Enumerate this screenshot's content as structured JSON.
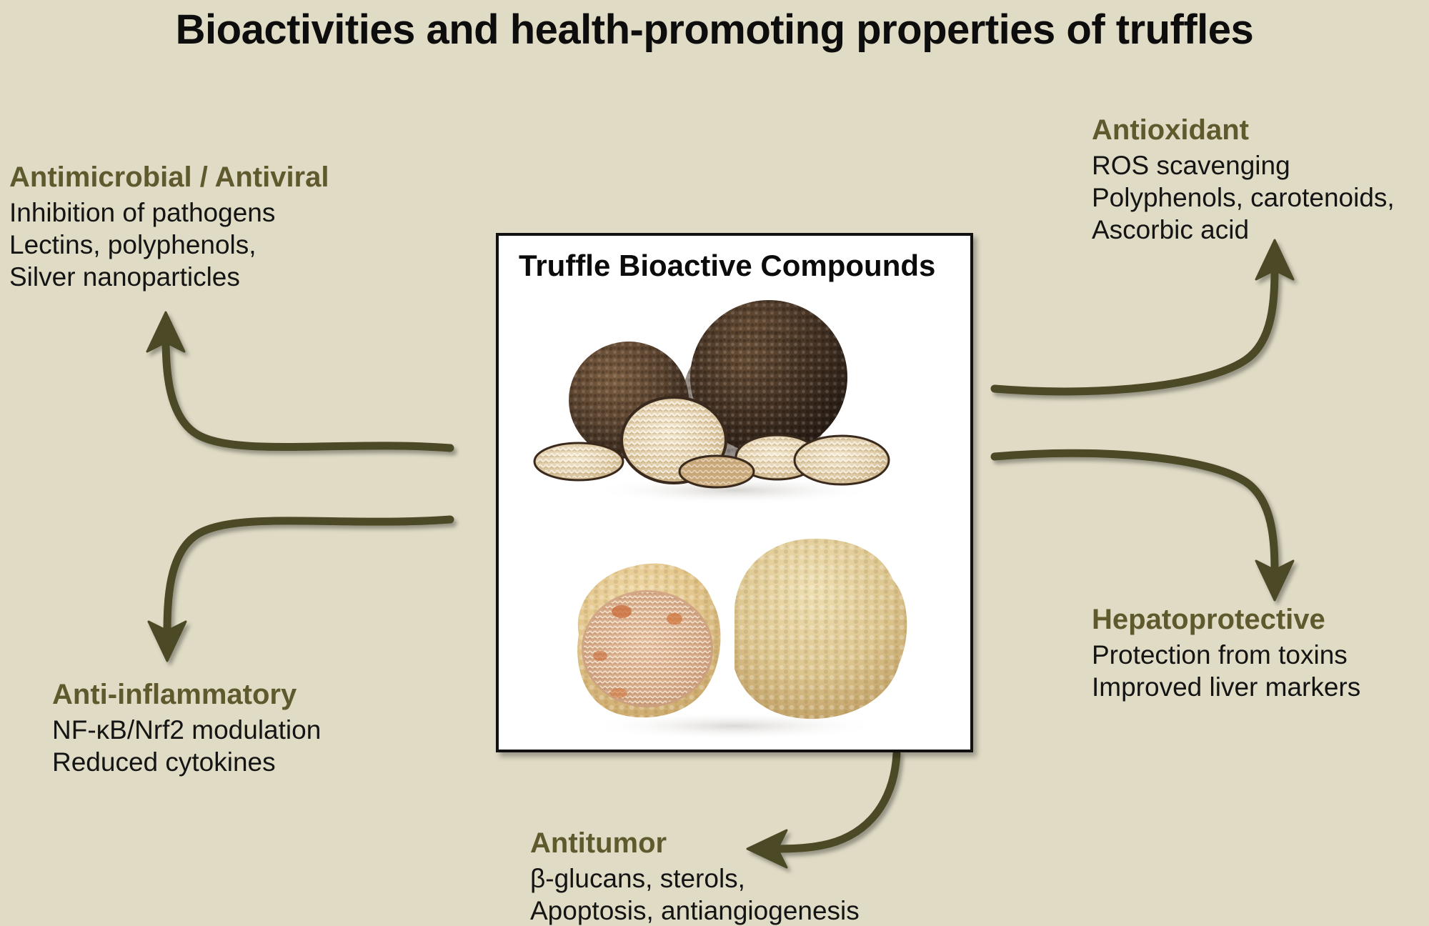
{
  "title": "Bioactivities and health-promoting properties of truffles",
  "colors": {
    "background": "#e0dbc5",
    "heading_olive": "#5f5a2e",
    "body_text": "#141414",
    "arrow": "#4c4828",
    "panel_border": "#111111",
    "panel_background": "#ffffff"
  },
  "center_panel": {
    "title": "Truffle Bioactive Compounds",
    "photos": [
      {
        "name": "black-truffles-photo",
        "alt": "Whole black truffles with sliced marbled cross-sections"
      },
      {
        "name": "white-truffles-photo",
        "alt": "Whole and cut white truffles showing marbled interior"
      }
    ]
  },
  "callouts": [
    {
      "id": "antimicrobial",
      "heading": "Antimicrobial / Antiviral",
      "lines": [
        "Inhibition of pathogens",
        "Lectins, polyphenols,",
        "Silver nanoparticles"
      ]
    },
    {
      "id": "antiinflammatory",
      "heading": "Anti-inflammatory",
      "lines": [
        "NF-κB/Nrf2 modulation",
        "Reduced cytokines"
      ]
    },
    {
      "id": "antioxidant",
      "heading": "Antioxidant",
      "lines": [
        "ROS scavenging",
        "Polyphenols, carotenoids,",
        "Ascorbic acid"
      ]
    },
    {
      "id": "hepatoprotective",
      "heading": "Hepatoprotective",
      "lines": [
        "Protection from toxins",
        "Improved liver markers"
      ]
    },
    {
      "id": "antitumor",
      "heading": "Antitumor",
      "lines": [
        "β-glucans, sterols,",
        "Apoptosis, antiangiogenesis"
      ]
    }
  ],
  "arrows": [
    {
      "name": "arrow-to-antimicrobial",
      "from": "center-panel-left",
      "to": "antimicrobial"
    },
    {
      "name": "arrow-to-antiinflammatory",
      "from": "center-panel-left",
      "to": "antiinflammatory"
    },
    {
      "name": "arrow-to-antioxidant",
      "from": "center-panel-right",
      "to": "antioxidant"
    },
    {
      "name": "arrow-to-hepatoprotective",
      "from": "center-panel-right",
      "to": "hepatoprotective"
    },
    {
      "name": "arrow-to-antitumor",
      "from": "center-panel-bottom",
      "to": "antitumor"
    }
  ]
}
